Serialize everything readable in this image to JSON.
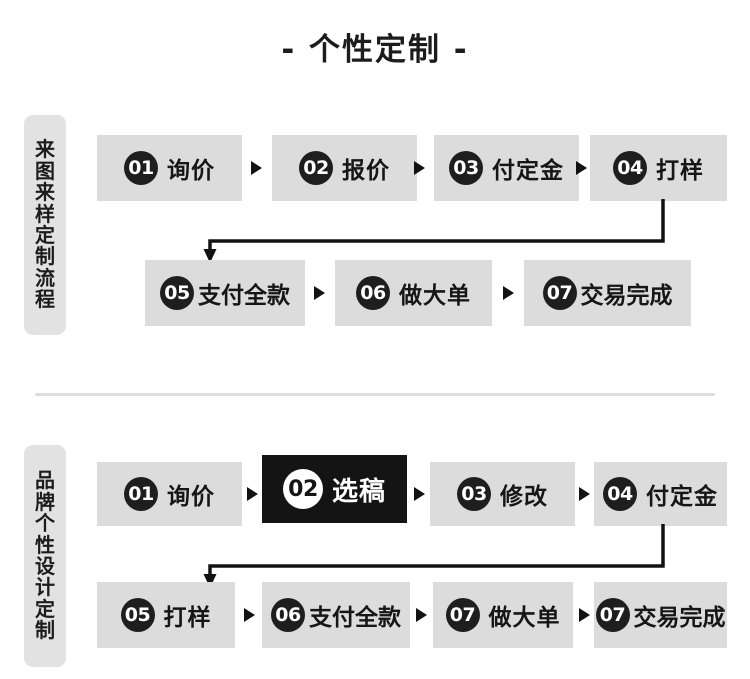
{
  "title": "- 个性定制 -",
  "colors": {
    "box_gray": "#dcdcdc",
    "box_dark": "#141414",
    "side_label_bg": "#e2e2e2",
    "badge_dark": "#1e1e1e",
    "text": "#161616",
    "divider": "#dddddd",
    "connector": "#121212"
  },
  "sections": [
    {
      "id": "section-1",
      "side_label": "来图来样定制流程",
      "side_label_chars": [
        "来",
        "图",
        "来",
        "样",
        "定",
        "制",
        "流",
        "程"
      ],
      "row1": [
        {
          "num": "01",
          "label": "询价"
        },
        {
          "num": "02",
          "label": "报价"
        },
        {
          "num": "03",
          "label": "付定金"
        },
        {
          "num": "04",
          "label": "打样"
        }
      ],
      "row2": [
        {
          "num": "05",
          "label": "支付全款"
        },
        {
          "num": "06",
          "label": "做大单"
        },
        {
          "num": "07",
          "label": "交易完成"
        }
      ]
    },
    {
      "id": "section-2",
      "side_label": "品牌个性设计定制",
      "side_label_chars": [
        "品",
        "牌",
        "个",
        "性",
        "设",
        "计",
        "定",
        "制"
      ],
      "row1": [
        {
          "num": "01",
          "label": "询价",
          "highlight": false
        },
        {
          "num": "02",
          "label": "选稿",
          "highlight": true
        },
        {
          "num": "03",
          "label": "修改",
          "highlight": false
        },
        {
          "num": "04",
          "label": "付定金",
          "highlight": false
        }
      ],
      "row2": [
        {
          "num": "05",
          "label": "打样"
        },
        {
          "num": "06",
          "label": "支付全款"
        },
        {
          "num": "07",
          "label": "做大单"
        },
        {
          "num": "07",
          "label": "交易完成"
        }
      ]
    }
  ]
}
